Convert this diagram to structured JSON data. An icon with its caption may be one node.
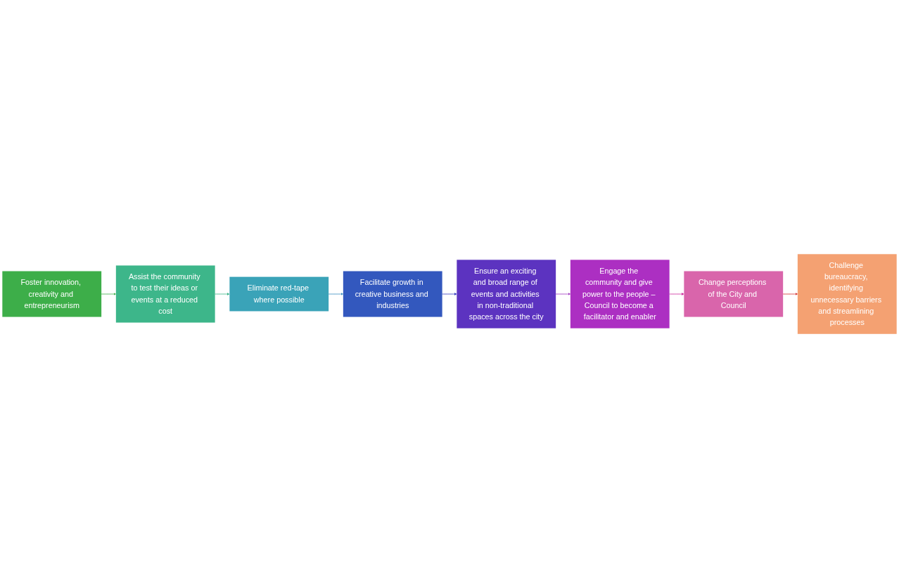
{
  "diagram": {
    "nodes": [
      {
        "text": [
          "Foster innovation, creativity and entrepreneurism"
        ]
      },
      {
        "text": [
          "Assist the community to test their ideas or events at a reduced cost"
        ]
      },
      {
        "text": [
          "Eliminate red-tape where possible"
        ]
      },
      {
        "text": [
          "Facilitate growth in creative business and industries"
        ]
      },
      {
        "text": [
          "Ensure an exciting and broad range of events and activities in non-traditional spaces across the city"
        ]
      },
      {
        "text": [
          "Engage the community and give power to the people – Council to become a facilitator and enabler"
        ]
      },
      {
        "text": [
          "Change perceptions of the City and Council"
        ]
      },
      {
        "text": [
          "Challenge bureaucracy, identifying unnecessary barriers and streamlining processes"
        ]
      }
    ],
    "edges": [
      {
        "from": 0,
        "to": 1,
        "arrow": "to",
        "color": "#3dae49"
      },
      {
        "from": 1,
        "to": 2,
        "arrow": "to",
        "color": "#3db68a"
      },
      {
        "from": 2,
        "to": 3,
        "arrow": "to",
        "color": "#3a8fc0"
      },
      {
        "from": 3,
        "to": 4,
        "arrow": "to",
        "color": "#3a3fc0"
      },
      {
        "from": 4,
        "to": 5,
        "arrow": "to",
        "color": "#a033c0"
      },
      {
        "from": 5,
        "to": 6,
        "arrow": "to",
        "color": "#d02fa0"
      },
      {
        "from": 6,
        "to": 7,
        "arrow": "to",
        "color": "#d32f2f"
      }
    ]
  }
}
